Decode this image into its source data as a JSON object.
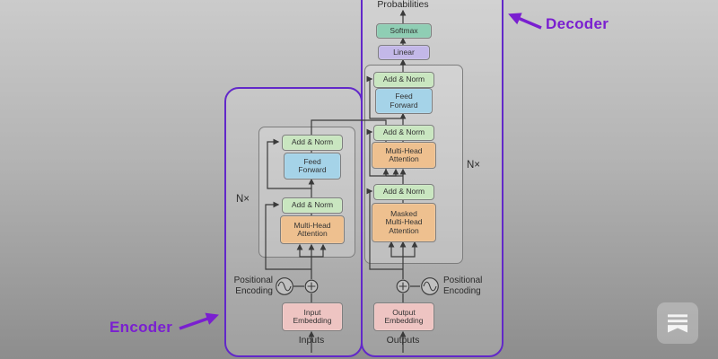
{
  "colors": {
    "accent": "#7a1fd0",
    "line": "#3a3a3a",
    "add_norm": "#c9e6c0",
    "feed_forward": "#a5d3e8",
    "attention": "#eec08f",
    "embedding": "#eec4c2",
    "softmax": "#8fceb4",
    "linear": "#c3b8e8"
  },
  "encoder": {
    "label": "Encoder",
    "nx": "N×",
    "add_norm_top": "Add & Norm",
    "feed_forward": "Feed\nForward",
    "add_norm_bottom": "Add & Norm",
    "multi_head_attention": "Multi-Head\nAttention",
    "positional_encoding": "Positional\nEncoding",
    "input_embedding": "Input\nEmbedding",
    "inputs": "Inputs"
  },
  "decoder": {
    "label": "Decoder",
    "nx": "N×",
    "probabilities": "Probabilities",
    "softmax": "Softmax",
    "linear": "Linear",
    "add_norm_top": "Add & Norm",
    "feed_forward": "Feed\nForward",
    "add_norm_mid": "Add & Norm",
    "multi_head_attention": "Multi-Head\nAttention",
    "add_norm_bottom": "Add & Norm",
    "masked_multi_head_attention": "Masked\nMulti-Head\nAttention",
    "positional_encoding": "Positional\nEncoding",
    "output_embedding": "Output\nEmbedding",
    "outputs": "Outputs"
  },
  "watermark": {
    "icon": "substack-flag-logo-icon"
  }
}
